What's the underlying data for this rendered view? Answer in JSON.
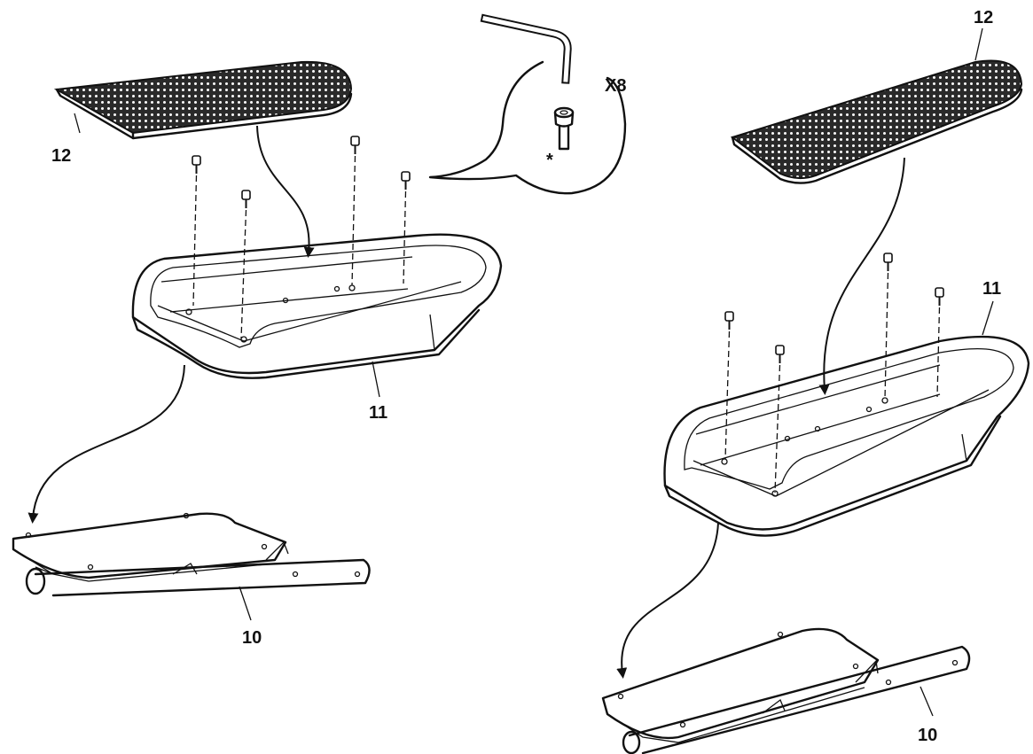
{
  "labels": {
    "tray_left": "11",
    "tray_right": "11",
    "pad_left": "12",
    "pad_right": "12",
    "bracket_left": "10",
    "bracket_right": "10",
    "quantity": "X8",
    "note_mark": "*"
  },
  "colors": {
    "ink": "#111111",
    "background": "#ffffff"
  },
  "icons": {
    "tool": "allen-key-icon",
    "fastener": "socket-head-bolt-icon"
  }
}
